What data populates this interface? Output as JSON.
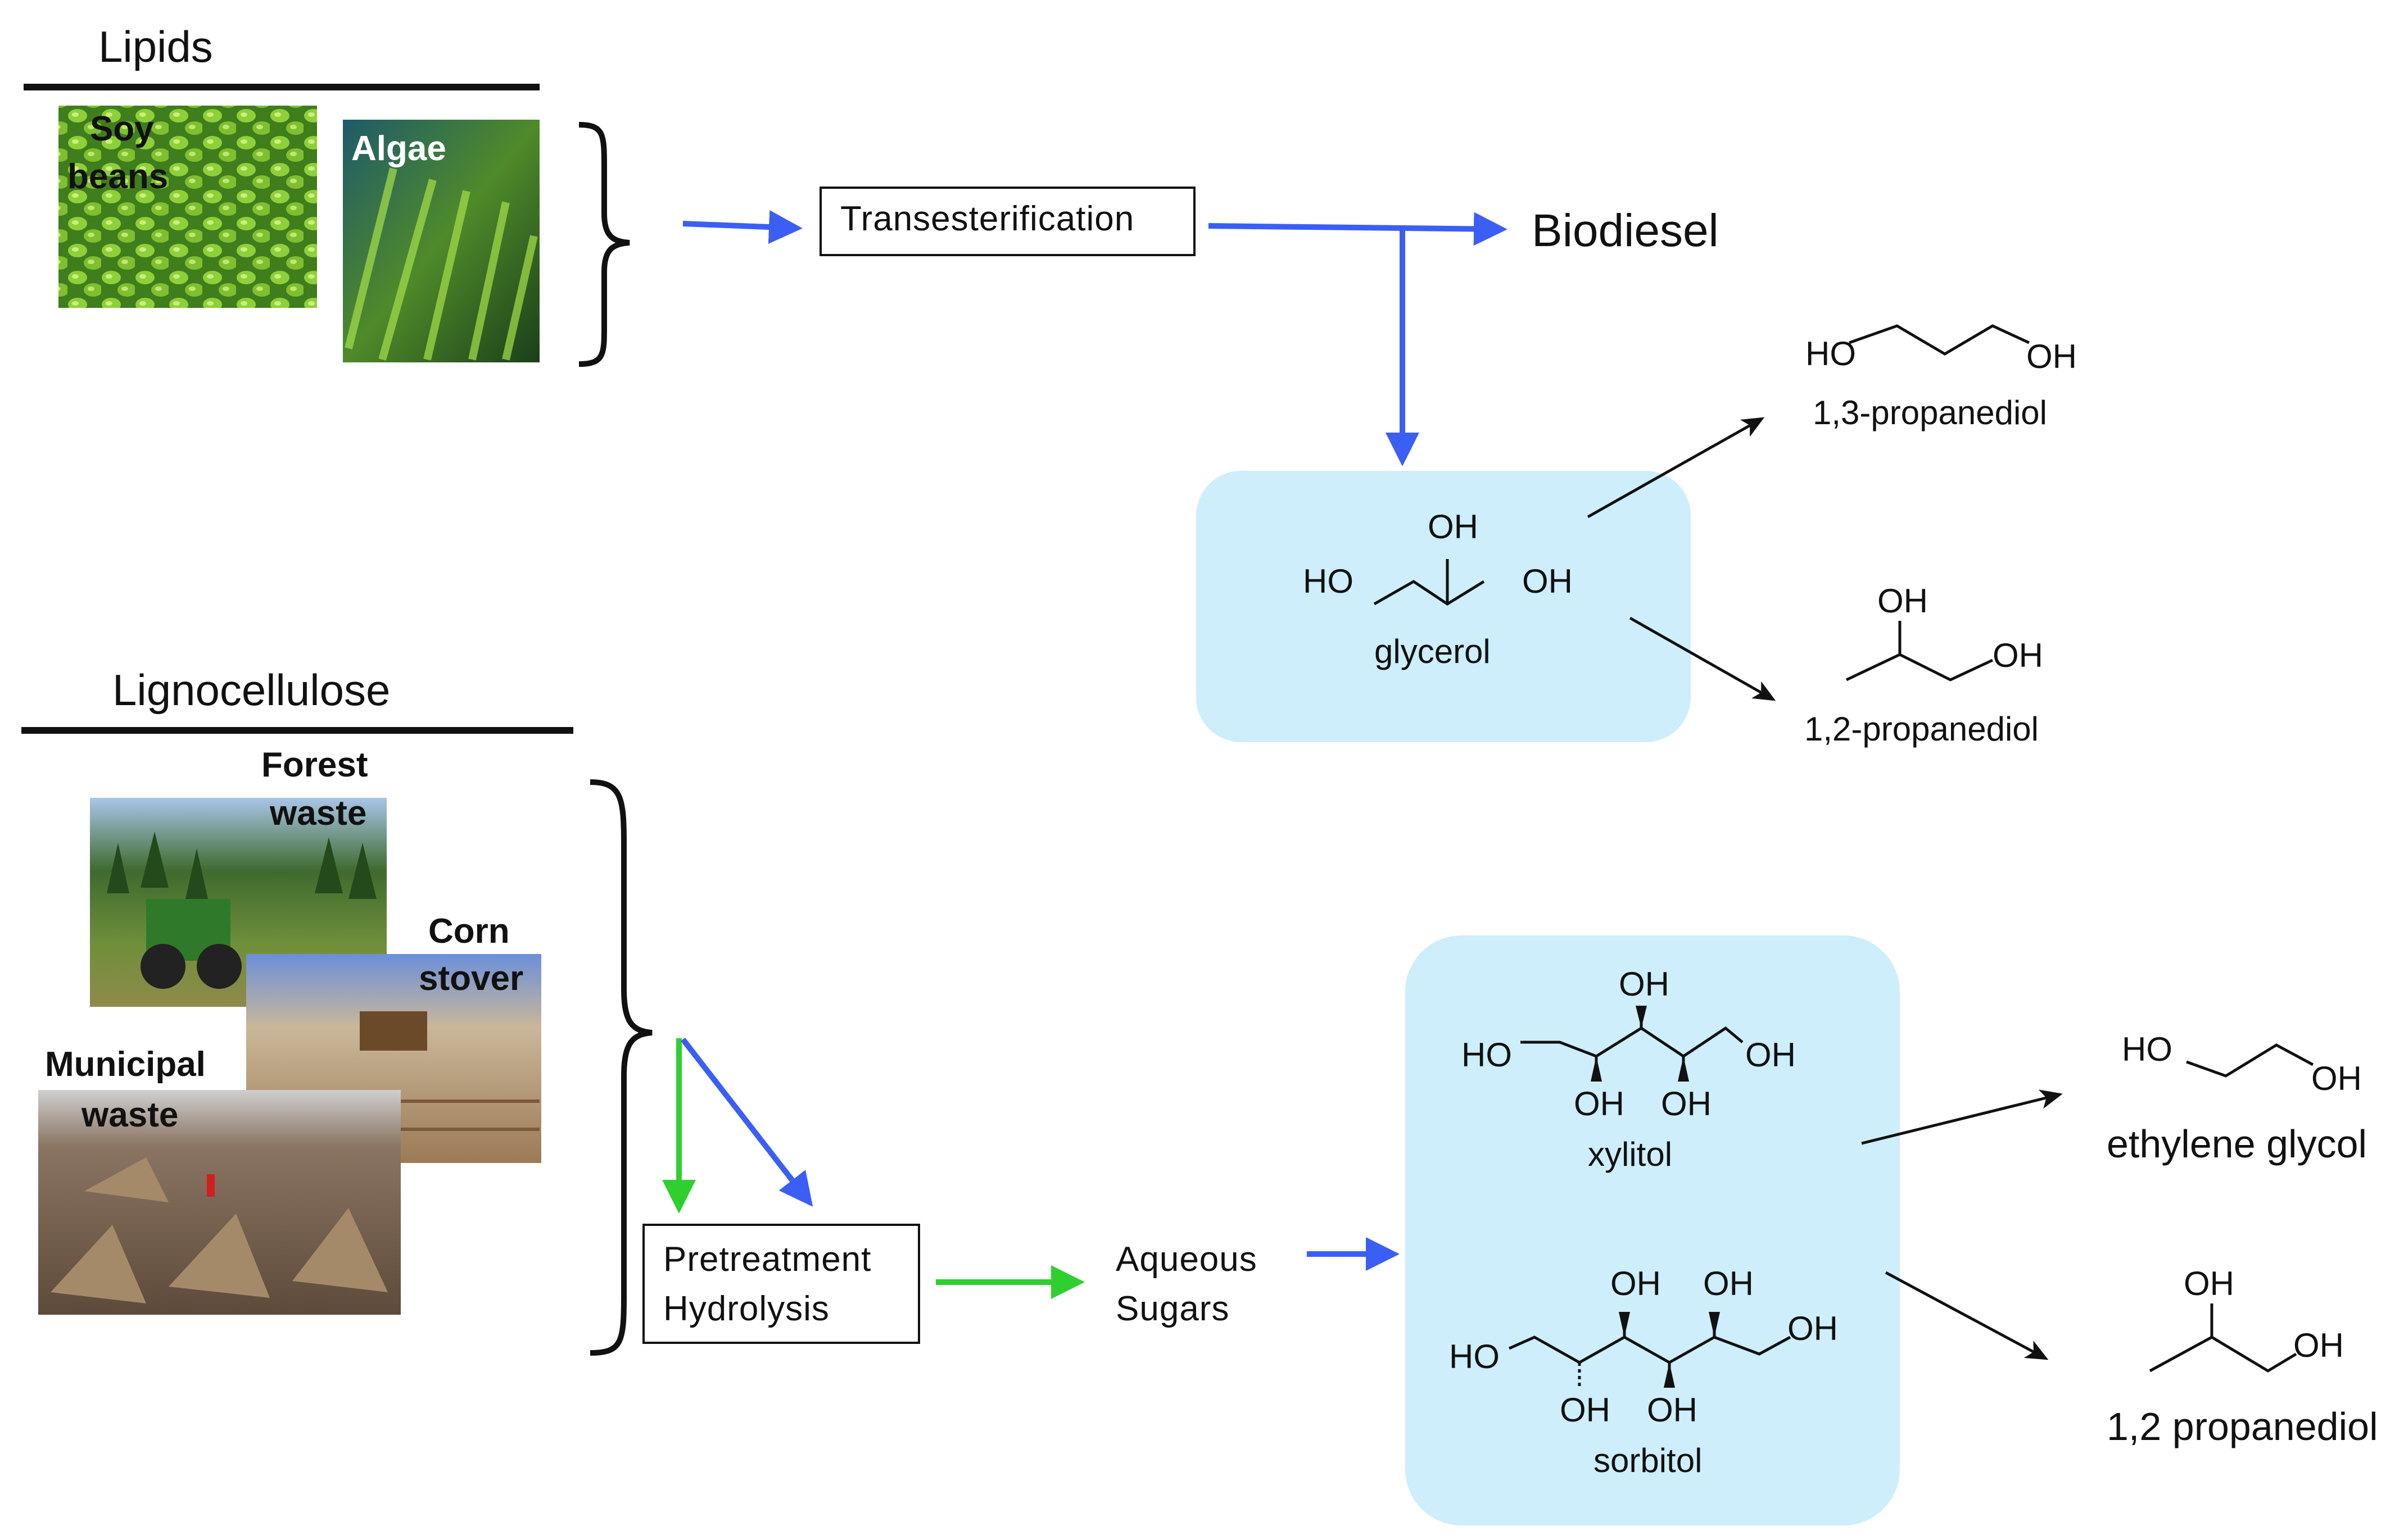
{
  "sections": {
    "lipids": "Lipids",
    "lignocellulose": "Lignocellulose"
  },
  "photos": {
    "soy": [
      "Soy",
      "beans"
    ],
    "algae": "Algae",
    "forest": [
      "Forest",
      "waste"
    ],
    "corn": [
      "Corn",
      "stover"
    ],
    "municipal": [
      "Municipal",
      "waste"
    ]
  },
  "process": {
    "transesterification": "Transesterification",
    "biodiesel": "Biodiesel",
    "pretreatment": "Pretreatment",
    "hydrolysis": "Hydrolysis",
    "aqueous": "Aqueous",
    "sugars": "Sugars"
  },
  "molecules": {
    "glycerol": {
      "name": "glycerol",
      "oh": "OH",
      "ho": "HO"
    },
    "propanediol_13": {
      "name": "1,3-propanediol",
      "ho": "HO",
      "oh": "OH"
    },
    "propanediol_12_top": {
      "name": "1,2-propanediol",
      "oh": "OH"
    },
    "xylitol": {
      "name": "xylitol",
      "ho": "HO",
      "oh": "OH"
    },
    "sorbitol": {
      "name": "sorbitol",
      "ho": "HO",
      "oh": "OH"
    },
    "ethylene_glycol": {
      "name": "ethylene glycol",
      "ho": "HO",
      "oh": "OH"
    },
    "propanediol_12_bottom": {
      "name": "1,2 propanediol",
      "oh": "OH"
    }
  },
  "colors": {
    "blue_arrow": "#3b5ef5",
    "green_arrow": "#2fcf2f",
    "black_arrow": "#111111",
    "product_box": "#cdeefa"
  }
}
